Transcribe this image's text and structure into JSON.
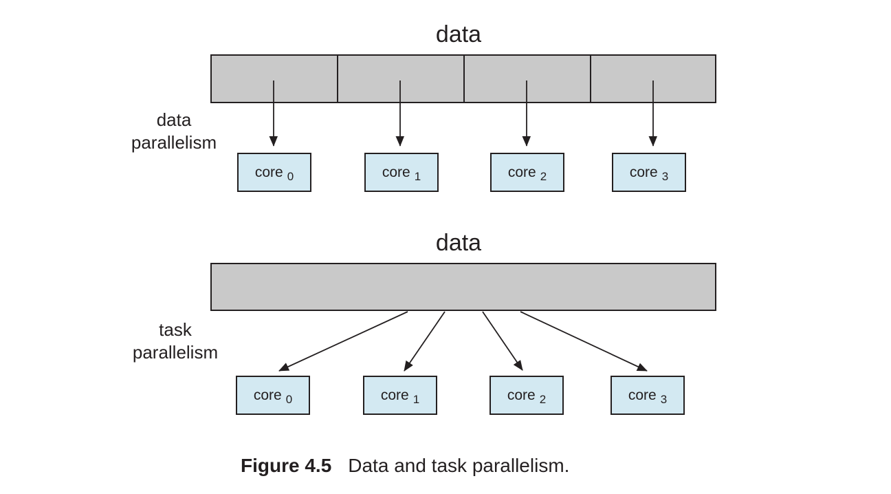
{
  "colors": {
    "bar-fill": "#c9c9c9",
    "core-fill": "#d3e9f2",
    "ink": "#231f20"
  },
  "sections": {
    "data_parallelism": {
      "title": "data",
      "side_label_line1": "data",
      "side_label_line2": "parallelism",
      "cores": [
        {
          "label": "core",
          "sub": "0"
        },
        {
          "label": "core",
          "sub": "1"
        },
        {
          "label": "core",
          "sub": "2"
        },
        {
          "label": "core",
          "sub": "3"
        }
      ]
    },
    "task_parallelism": {
      "title": "data",
      "side_label_line1": "task",
      "side_label_line2": "parallelism",
      "cores": [
        {
          "label": "core",
          "sub": "0"
        },
        {
          "label": "core",
          "sub": "1"
        },
        {
          "label": "core",
          "sub": "2"
        },
        {
          "label": "core",
          "sub": "3"
        }
      ]
    }
  },
  "caption": {
    "label": "Figure 4.5",
    "text": "Data and task parallelism."
  }
}
